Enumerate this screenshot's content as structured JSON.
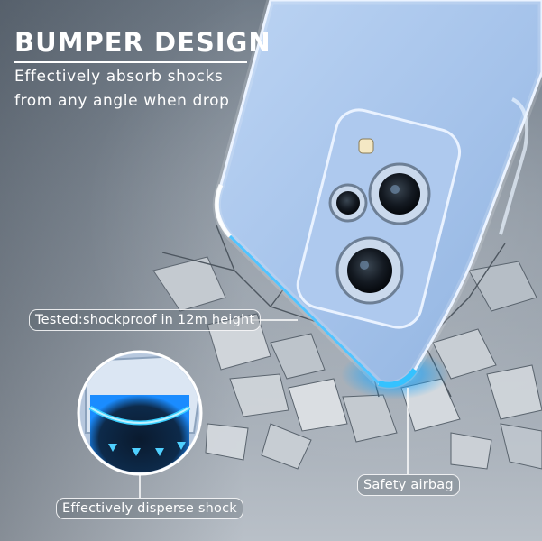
{
  "title": "BUMPER DESIGN",
  "subtitle": "Effectively absorb shocks from any angle when drop",
  "callouts": {
    "tested": "Tested:shockproof in 12m height",
    "disperse": "Effectively disperse shock",
    "airbag": "Safety airbag"
  },
  "colors": {
    "background": "#8a949f",
    "phone_body": "#a9c6ec",
    "highlight": "#22b6ff",
    "text": "#ffffff"
  },
  "icons": [
    "phone-case",
    "camera-module",
    "impact-glow",
    "arrow-down"
  ]
}
